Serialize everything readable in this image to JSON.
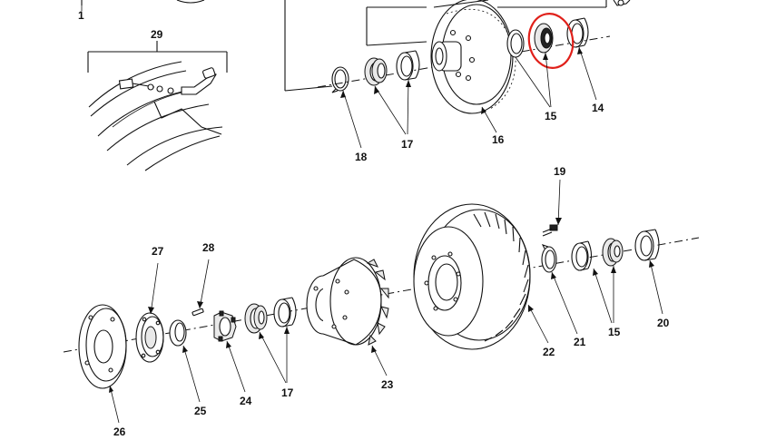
{
  "diagram": {
    "callouts": [
      {
        "id": "c1",
        "label": "1"
      },
      {
        "id": "c29",
        "label": "29"
      },
      {
        "id": "c18",
        "label": "18"
      },
      {
        "id": "c17a",
        "label": "17"
      },
      {
        "id": "c16",
        "label": "16"
      },
      {
        "id": "c15a",
        "label": "15"
      },
      {
        "id": "c14",
        "label": "14"
      },
      {
        "id": "c19",
        "label": "19"
      },
      {
        "id": "c27",
        "label": "27"
      },
      {
        "id": "c28",
        "label": "28"
      },
      {
        "id": "c26",
        "label": "26"
      },
      {
        "id": "c25",
        "label": "25"
      },
      {
        "id": "c24",
        "label": "24"
      },
      {
        "id": "c17b",
        "label": "17"
      },
      {
        "id": "c23",
        "label": "23"
      },
      {
        "id": "c22",
        "label": "22"
      },
      {
        "id": "c21",
        "label": "21"
      },
      {
        "id": "c15b",
        "label": "15"
      },
      {
        "id": "c20",
        "label": "20"
      }
    ],
    "highlight": {
      "color": "#e0201a",
      "target": "bearing-cone-15-upper"
    },
    "colors": {
      "ink": "#111111",
      "background": "#ffffff"
    }
  }
}
